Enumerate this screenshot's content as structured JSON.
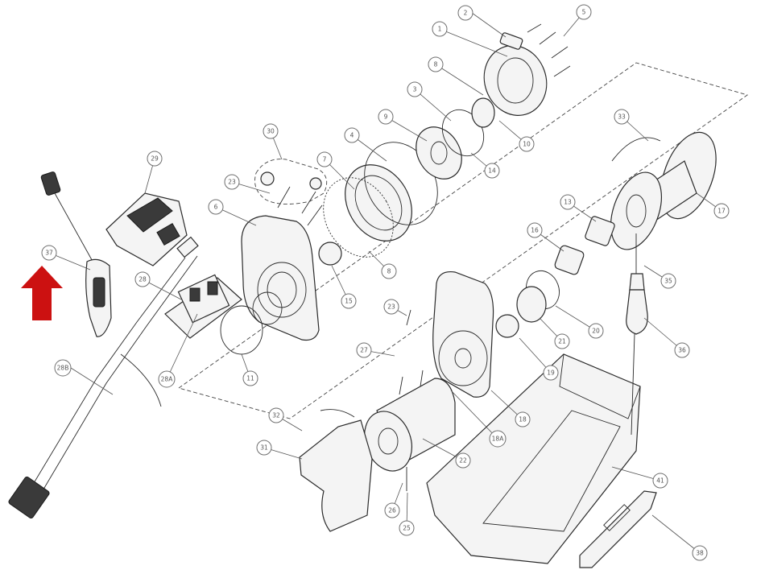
{
  "diagram": {
    "callouts": [
      {
        "id": "c1",
        "label": "1"
      },
      {
        "id": "c2",
        "label": "2"
      },
      {
        "id": "c3",
        "label": "3"
      },
      {
        "id": "c4",
        "label": "4"
      },
      {
        "id": "c5",
        "label": "5"
      },
      {
        "id": "c6",
        "label": "6"
      },
      {
        "id": "c7",
        "label": "7"
      },
      {
        "id": "c8a",
        "label": "8"
      },
      {
        "id": "c8b",
        "label": "8"
      },
      {
        "id": "c9",
        "label": "9"
      },
      {
        "id": "c10",
        "label": "10"
      },
      {
        "id": "c11",
        "label": "11"
      },
      {
        "id": "c13",
        "label": "13"
      },
      {
        "id": "c14",
        "label": "14"
      },
      {
        "id": "c15",
        "label": "15"
      },
      {
        "id": "c16",
        "label": "16"
      },
      {
        "id": "c17",
        "label": "17"
      },
      {
        "id": "c18",
        "label": "18"
      },
      {
        "id": "c18a",
        "label": "18A"
      },
      {
        "id": "c19",
        "label": "19"
      },
      {
        "id": "c20",
        "label": "20"
      },
      {
        "id": "c21",
        "label": "21"
      },
      {
        "id": "c22",
        "label": "22"
      },
      {
        "id": "c23a",
        "label": "23"
      },
      {
        "id": "c23b",
        "label": "23"
      },
      {
        "id": "c25",
        "label": "25"
      },
      {
        "id": "c26",
        "label": "26"
      },
      {
        "id": "c27",
        "label": "27"
      },
      {
        "id": "c28",
        "label": "28"
      },
      {
        "id": "c28a",
        "label": "28A"
      },
      {
        "id": "c28b",
        "label": "28B"
      },
      {
        "id": "c29",
        "label": "29"
      },
      {
        "id": "c30",
        "label": "30"
      },
      {
        "id": "c31",
        "label": "31"
      },
      {
        "id": "c32",
        "label": "32"
      },
      {
        "id": "c33",
        "label": "33"
      },
      {
        "id": "c35",
        "label": "35"
      },
      {
        "id": "c36",
        "label": "36"
      },
      {
        "id": "c37",
        "label": "37"
      },
      {
        "id": "c38",
        "label": "38"
      },
      {
        "id": "c41",
        "label": "41"
      }
    ],
    "colors": {
      "arrow": "#cc1111",
      "line": "#2a2a2a",
      "callout_stroke": "#6f6f6f"
    },
    "icons": {
      "highlight_arrow": "up-arrow-icon"
    }
  }
}
